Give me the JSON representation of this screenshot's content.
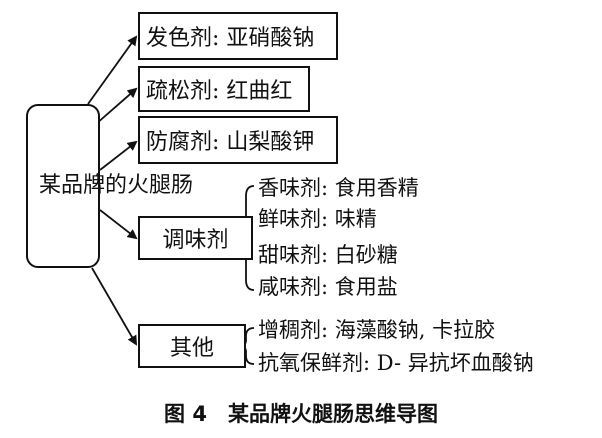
{
  "root": {
    "label": "某品牌的火腿肠"
  },
  "branches": [
    {
      "label": "发色剂: 亚硝酸钠"
    },
    {
      "label": "疏松剂: 红曲红"
    },
    {
      "label": "防腐剂: 山梨酸钾"
    },
    {
      "label": "调味剂"
    },
    {
      "label": "其他"
    }
  ],
  "flavoring_items": [
    {
      "label": "香味剂: 食用香精"
    },
    {
      "label": "鲜味剂: 味精"
    },
    {
      "label": "甜味剂: 白砂糖"
    },
    {
      "label": "咸味剂: 食用盐"
    }
  ],
  "other_items": [
    {
      "label": "增稠剂: 海藻酸钠, 卡拉胶"
    },
    {
      "label": "抗氧保鲜剂: D- 异抗坏血酸钠"
    }
  ],
  "caption": "图 4　某品牌火腿肠思维导图"
}
